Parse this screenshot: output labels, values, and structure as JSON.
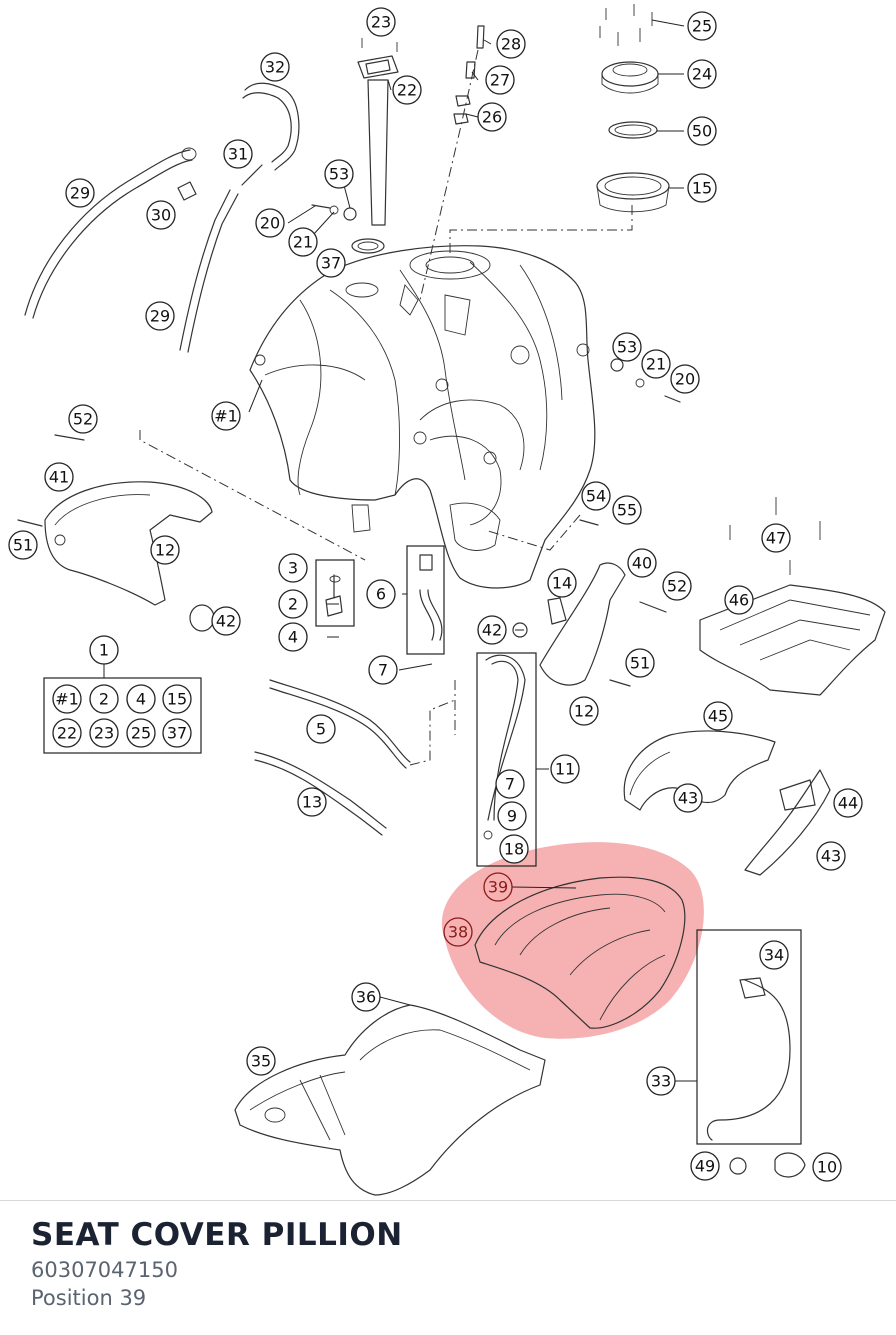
{
  "selected_part": {
    "title": "SEAT COVER PILLION",
    "part_number": "60307047150",
    "position": "Position 39",
    "highlight_color": "#f07f7f"
  },
  "kit_group": {
    "label": "1",
    "members": [
      "#1",
      "2",
      "4",
      "15",
      "22",
      "23",
      "25",
      "37"
    ]
  },
  "callouts": [
    "23",
    "28",
    "27",
    "26",
    "22",
    "25",
    "24",
    "50",
    "15",
    "32",
    "31",
    "29",
    "30",
    "53",
    "20",
    "21",
    "37",
    "29",
    "53",
    "21",
    "20",
    "#1",
    "52",
    "41",
    "51",
    "12",
    "42",
    "3",
    "2",
    "4",
    "6",
    "7",
    "54",
    "55",
    "14",
    "40",
    "52",
    "47",
    "46",
    "42",
    "51",
    "12",
    "1",
    "5",
    "13",
    "11",
    "7",
    "9",
    "18",
    "45",
    "43",
    "44",
    "43",
    "39",
    "38",
    "34",
    "36",
    "35",
    "33",
    "49",
    "10"
  ]
}
